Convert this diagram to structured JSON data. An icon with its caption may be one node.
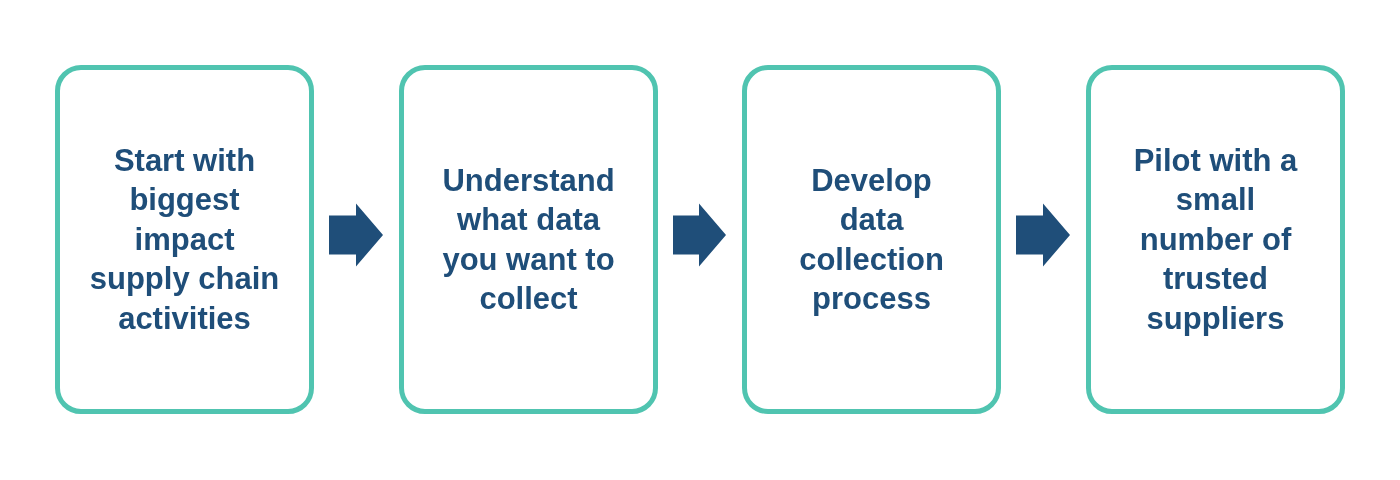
{
  "diagram": {
    "nodes": [
      {
        "text": [
          "Start with biggest impact supply chain activities"
        ]
      },
      {
        "text": [
          "Understand what data you want to collect"
        ]
      },
      {
        "text": [
          "Develop data collection process"
        ]
      },
      {
        "text": [
          "Pilot with a small number of trusted suppliers"
        ]
      }
    ],
    "edges": [
      {
        "from": 0,
        "to": 1,
        "arrow": "to"
      },
      {
        "from": 1,
        "to": 2,
        "arrow": "to"
      },
      {
        "from": 2,
        "to": 3,
        "arrow": "to"
      }
    ]
  }
}
